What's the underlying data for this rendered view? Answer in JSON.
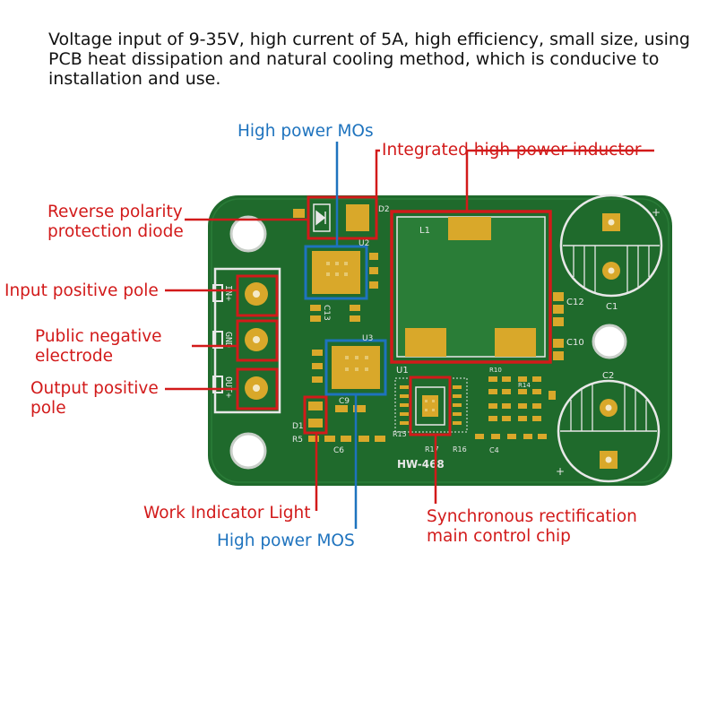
{
  "description": "Voltage input of 9-35V, high current of 5A, high efficiency, small size, using PCB heat dissipation and natural cooling method, which is conducive to installation and use.",
  "labels": {
    "high_power_mos_top": "High power MOs",
    "inductor": "Integrated high-power inductor",
    "reverse_polarity_1": "Reverse polarity",
    "reverse_polarity_2": "protection diode",
    "input_positive": "Input positive pole",
    "public_negative_1": "Public negative",
    "public_negative_2": "electrode",
    "output_positive_1": "Output positive",
    "output_positive_2": "pole",
    "work_indicator": "Work Indicator Light",
    "high_power_mos_bottom": "High power MOS",
    "sync_rect_1": "Synchronous rectification",
    "sync_rect_2": "main control chip"
  },
  "silkscreen": {
    "board_name": "HW-468",
    "l1": "L1",
    "u1": "U1",
    "u2": "U2",
    "u3": "U3",
    "d2": "D2",
    "c1": "C1",
    "c2": "C2",
    "c10": "C10",
    "c12": "C12",
    "c13": "C13",
    "c9": "C9",
    "c6": "C6",
    "c4": "C4",
    "d1": "D1",
    "r5": "R5",
    "r15": "R15",
    "r17": "R17",
    "r16": "R16",
    "r10": "R10",
    "r14": "R14",
    "in_plus": "IN+",
    "gnd": "GND",
    "out_plus": "OUT+",
    "plus": "+"
  },
  "colors": {
    "pcb": "#1f6a2c",
    "pad": "#d9a82a",
    "red": "#d21a1a",
    "blue": "#1e73be"
  }
}
